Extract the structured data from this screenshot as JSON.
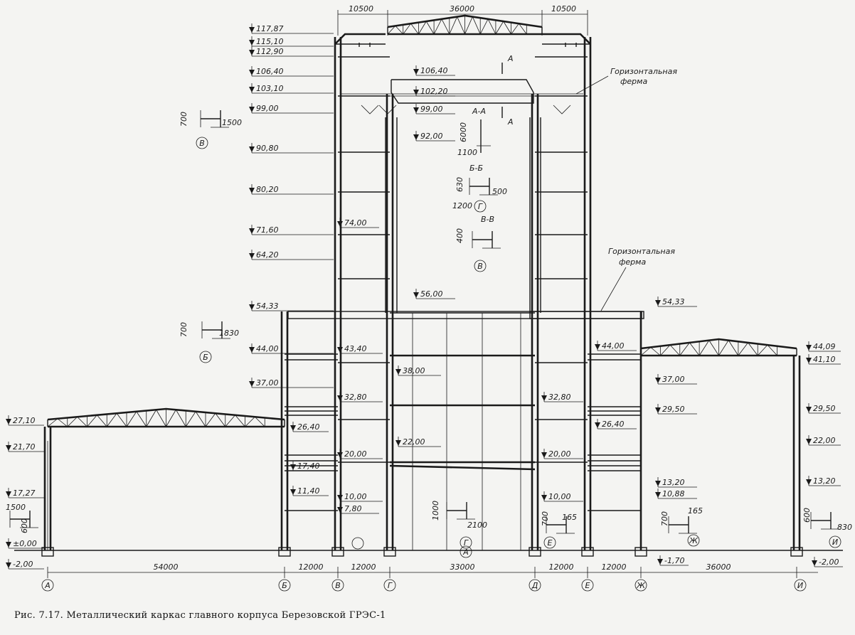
{
  "caption": "Рис. 7.17. Металлический каркас главного корпуса Березовской ГРЭС-1",
  "top_spans": [
    "10500",
    "36000",
    "10500"
  ],
  "bottom_spans": [
    "54000",
    "12000",
    "12000",
    "33000",
    "12000",
    "12000",
    "36000"
  ],
  "axes": [
    "А",
    "Б",
    "В",
    "Г",
    "Д",
    "Е",
    "Ж",
    "И"
  ],
  "elev_col1": [
    "117,87",
    "115,10",
    "112,90",
    "106,40",
    "103,10",
    "99,00",
    "90,80",
    "80,20",
    "71,60",
    "64,20",
    "54,33",
    "44,00",
    "37,00"
  ],
  "elev_inner": [
    "106,40",
    "102,20",
    "99,00",
    "92,00",
    "74,00",
    "56,00",
    "43,40",
    "38,00",
    "32,80",
    "22,00",
    "20,00",
    "10,00",
    "7,80"
  ],
  "elev_right": [
    "54,33",
    "44,00",
    "37,00",
    "32,80",
    "29,50",
    "26,40",
    "20,00",
    "13,20",
    "10,88",
    "10,00"
  ],
  "elev_left": [
    "27,10",
    "21,70",
    "17,27",
    "±0,00",
    "-2,00",
    "26,40",
    "17,40",
    "11,40"
  ],
  "elev_far_right": [
    "44,09",
    "41,10",
    "29,50",
    "22,00",
    "13,20",
    "-2,00",
    "-1,70"
  ],
  "labels": {
    "horiz_truss_1": [
      "Горизонтальная",
      "ферма"
    ],
    "horiz_truss_2": [
      "Горизонтальная",
      "ферма"
    ],
    "section_a": "А",
    "section_aa": "А-А",
    "section_bb": "Б-Б",
    "section_vv": "В-В"
  },
  "details": {
    "v_top": [
      "700",
      "1500",
      "В"
    ],
    "b_left": [
      "700",
      "1830",
      "Б"
    ],
    "aa": [
      "6000",
      "1100"
    ],
    "bb": [
      "630",
      "500",
      "1200",
      "Г"
    ],
    "vv": [
      "400",
      "В"
    ],
    "g_low": [
      "1000",
      "2100",
      "Г",
      "А"
    ],
    "e_low": [
      "700",
      "165",
      "Е"
    ],
    "zh_low": [
      "700",
      "165",
      "Ж"
    ],
    "i_low": [
      "600",
      "830",
      "И"
    ],
    "a_left": [
      "1500",
      "600"
    ]
  }
}
